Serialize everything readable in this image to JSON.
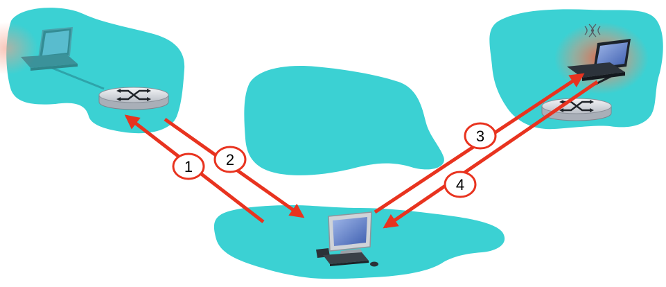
{
  "diagram": {
    "colors": {
      "cloud": "#3bd1d3",
      "arrow": "#e8331f",
      "circle_fill": "#ffffff",
      "circle_stroke": "#e8331f",
      "router_body": "#d9dde3",
      "router_top": "#eef0f3",
      "glow": "#f05a3a"
    },
    "networks": [
      {
        "name": "left-network-cloud"
      },
      {
        "name": "center-network-cloud"
      },
      {
        "name": "right-network-cloud"
      },
      {
        "name": "bottom-network-cloud"
      }
    ],
    "devices": [
      {
        "name": "old-location-laptop-icon"
      },
      {
        "name": "left-router-icon"
      },
      {
        "name": "desktop-computer-icon"
      },
      {
        "name": "new-location-laptop-icon"
      },
      {
        "name": "right-router-icon"
      }
    ],
    "steps": [
      {
        "label": "1"
      },
      {
        "label": "2"
      },
      {
        "label": "3"
      },
      {
        "label": "4"
      }
    ]
  }
}
